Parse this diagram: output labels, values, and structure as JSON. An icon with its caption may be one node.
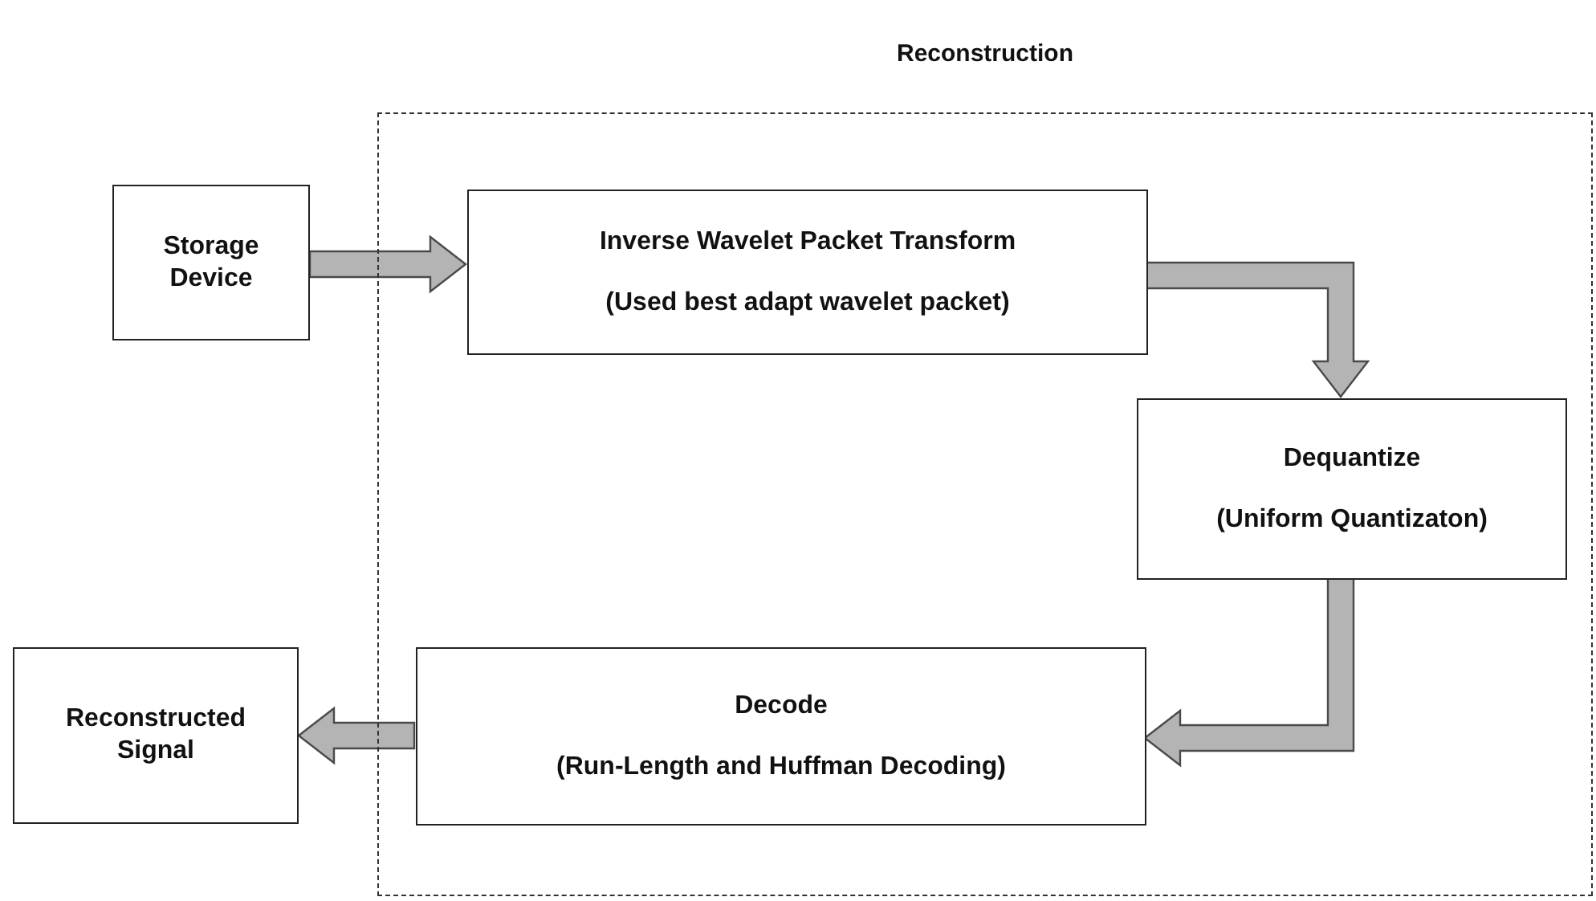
{
  "diagram": {
    "nodes": [
      {
        "text": [
          "Reconstruction"
        ]
      },
      {
        "text": [
          "Storage Device"
        ]
      },
      {
        "text": [
          "Inverse Wavelet Packet Transform",
          "(Used best adapt wavelet packet)"
        ],
        "in": 0
      },
      {
        "text": [
          "Dequantize",
          "(Uniform Quantizaton)"
        ],
        "in": 0
      },
      {
        "text": [
          "Decode",
          "(Run-Length and Huffman Decoding)"
        ],
        "in": 0
      },
      {
        "text": [
          "Reconstructed Signal"
        ]
      }
    ],
    "edges": [
      {
        "from": 1,
        "to": 2,
        "arrow": "to",
        "style": "thick"
      },
      {
        "from": 2,
        "to": 3,
        "arrow": "to",
        "style": "thick"
      },
      {
        "from": 3,
        "to": 4,
        "arrow": "to",
        "style": "thick"
      },
      {
        "from": 4,
        "to": 5,
        "arrow": "to",
        "style": "thick"
      }
    ]
  }
}
